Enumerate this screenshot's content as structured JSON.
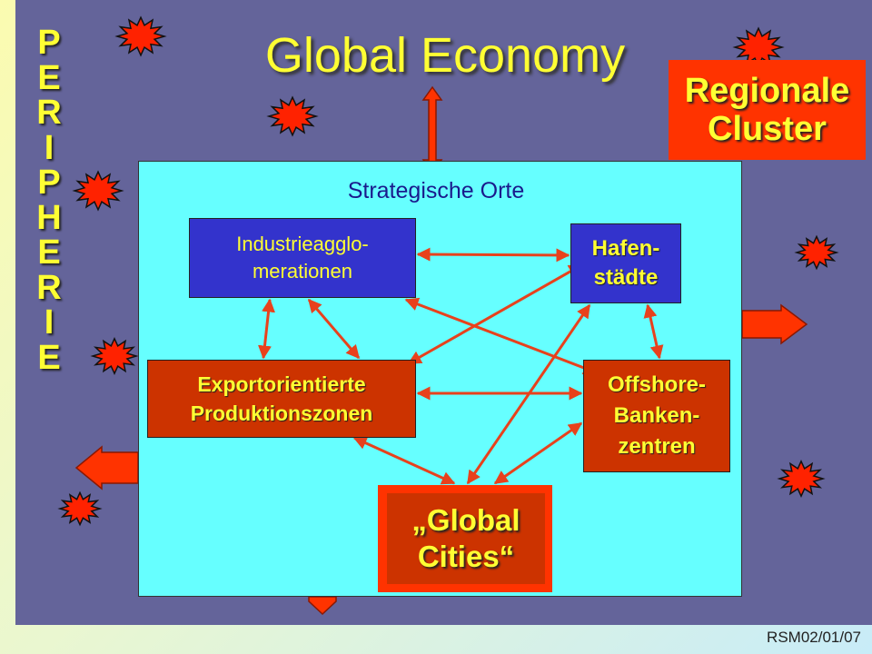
{
  "title": "Global Economy",
  "periphery_letters": [
    "P",
    "E",
    "R",
    "I",
    "P",
    "H",
    "E",
    "R",
    "I",
    "E"
  ],
  "regional_cluster": "Regionale\nCluster",
  "panel_title": "Strategische Orte",
  "nodes": {
    "industrie": "Industrieagglo-\nmerationen",
    "hafen": "Hafen-\nstädte",
    "export": "Exportorientierte\nProduktionszonen",
    "offshore": "Offshore-\nBanken-\nzentren",
    "global_cities": "„Global\nCities“"
  },
  "footer": "RSM02/01/07",
  "colors": {
    "slide_background": "#64649a",
    "panel_background": "#66ffff",
    "title_text": "#ffff33",
    "blue_box": "#3333cc",
    "red_box": "#cc3300",
    "bright_red": "#ff3300",
    "connector": "#e8411c"
  }
}
